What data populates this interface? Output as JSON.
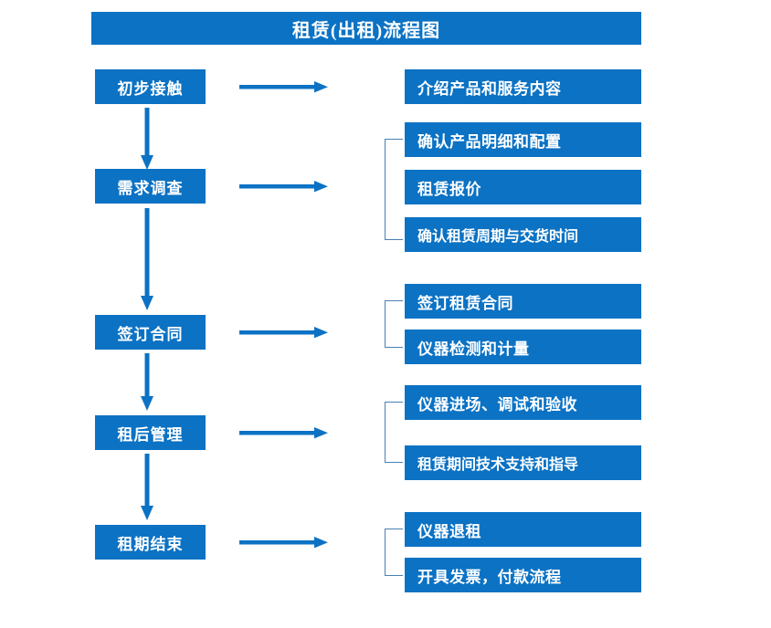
{
  "diagram": {
    "title": "租赁(出租)流程图",
    "accent_color": "#0b72c4",
    "bracket_color": "#4a7fb5",
    "text_color": "#ffffff",
    "background_color": "#ffffff"
  },
  "stages": [
    {
      "label": "初步接触",
      "arrow": "right-arrow"
    },
    {
      "label": "需求调查",
      "arrow": "right-arrow"
    },
    {
      "label": "签订合同",
      "arrow": "right-arrow"
    },
    {
      "label": "租后管理",
      "arrow": "right-arrow"
    },
    {
      "label": "租期结束",
      "arrow": "right-arrow"
    }
  ],
  "connectors": {
    "down_arrow": "down-arrow",
    "right_arrow": "right-arrow",
    "bracket": "group-bracket"
  },
  "details": [
    {
      "group": 1,
      "label": "介绍产品和服务内容"
    },
    {
      "group": 2,
      "label": "确认产品明细和配置"
    },
    {
      "group": 2,
      "label": "租赁报价"
    },
    {
      "group": 2,
      "label": "确认租赁周期与交货时间"
    },
    {
      "group": 3,
      "label": "签订租赁合同"
    },
    {
      "group": 3,
      "label": "仪器检测和计量"
    },
    {
      "group": 4,
      "label": "仪器进场、调试和验收"
    },
    {
      "group": 4,
      "label": "租赁期间技术支持和指导"
    },
    {
      "group": 5,
      "label": "仪器退租"
    },
    {
      "group": 5,
      "label": "开具发票，付款流程"
    }
  ]
}
